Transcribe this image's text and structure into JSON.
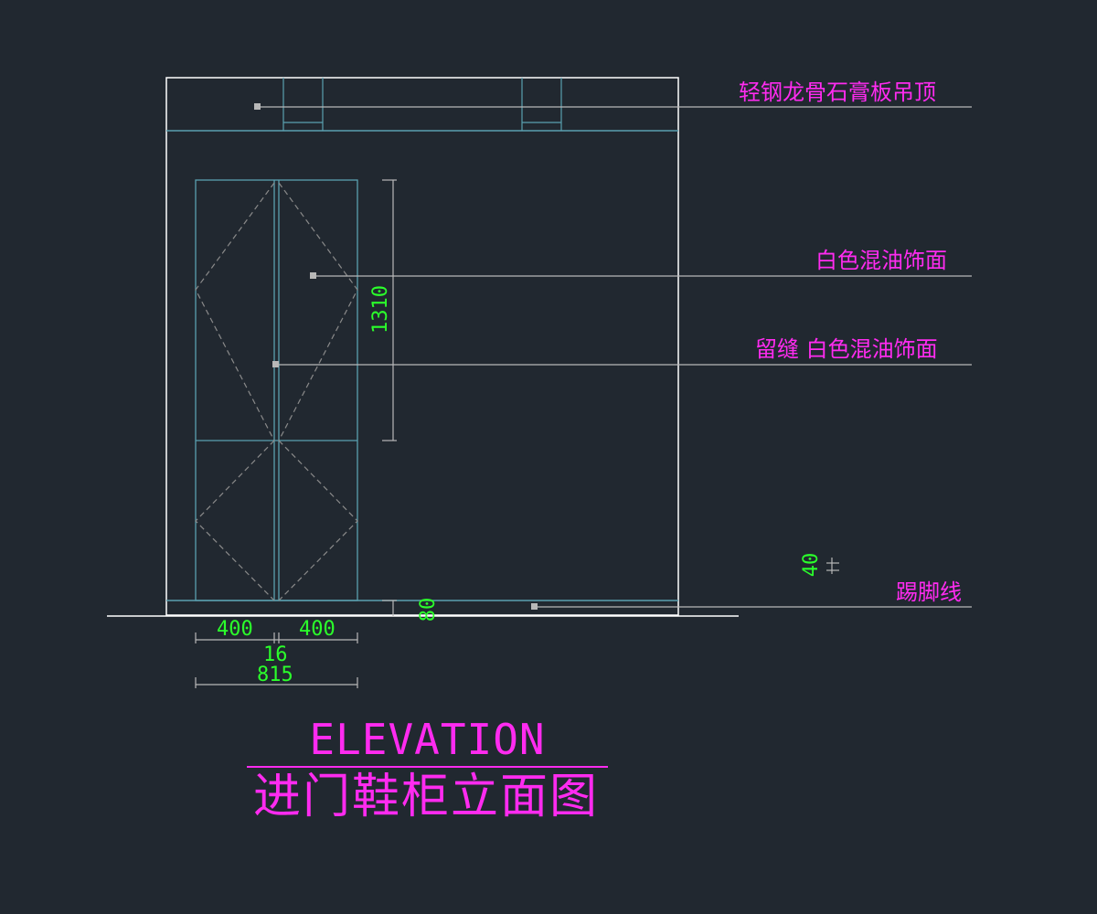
{
  "callouts": {
    "ceiling": "轻钢龙骨石膏板吊顶",
    "paint_finish": "白色混油饰面",
    "groove_finish": "留缝 白色混油饰面",
    "skirting": "踢脚线"
  },
  "dimensions": {
    "height_1310": "1310",
    "base_80": "80",
    "gap_40": "40",
    "door_left_400": "400",
    "door_right_400": "400",
    "seam_16": "16",
    "total_815": "815"
  },
  "title": {
    "english": "ELEVATION",
    "chinese": "进门鞋柜立面图"
  },
  "colors": {
    "background": "#212830",
    "outline": "#ffffff",
    "cabinet": "#5aa0b0",
    "leader": "#b8b8b8",
    "label": "#ff2bf0",
    "dimension": "#2bff2b"
  }
}
